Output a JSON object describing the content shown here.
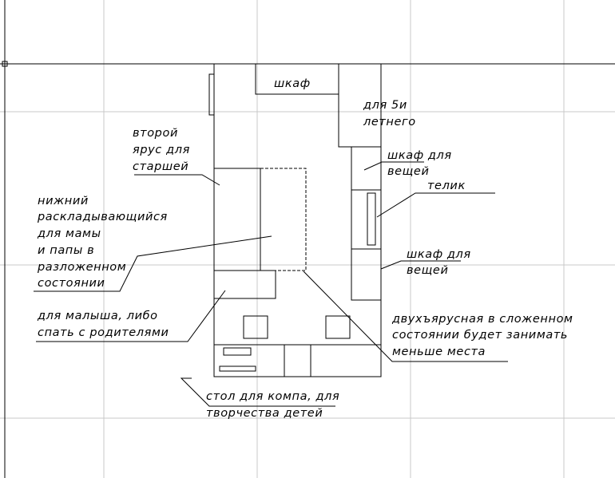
{
  "labels": {
    "wardrobe_top": "шкаф",
    "for_5yo_line1": "для 5и",
    "for_5yo_line2": "летнего",
    "wardrobe_clothes_1_line1": "шкаф для",
    "wardrobe_clothes_1_line2": "вещей",
    "tv": "телик",
    "wardrobe_clothes_2_line1": "шкаф для",
    "wardrobe_clothes_2_line2": "вещей",
    "upper_bunk_line1": "второй",
    "upper_bunk_line2": "ярус для",
    "upper_bunk_line3": "старшей",
    "lower_bunk_line1": "нижний",
    "lower_bunk_line2": "раскладывающийся",
    "lower_bunk_line3": "для мамы",
    "lower_bunk_line4": "и папы в",
    "lower_bunk_line5": "разложенном",
    "lower_bunk_line6": "состоянии",
    "baby_line1": "для малыша, либо",
    "baby_line2": "спать с родителями",
    "bunk_folded_line1": "двухъярусная в сложенном",
    "bunk_folded_line2": "состоянии будет занимать",
    "bunk_folded_line3": "меньше места",
    "desk_line1": "стол для компа, для",
    "desk_line2": "творчества детей"
  },
  "colors": {
    "background": "#ffffff",
    "grid": "#c8c8c8",
    "lines": "#000000"
  }
}
